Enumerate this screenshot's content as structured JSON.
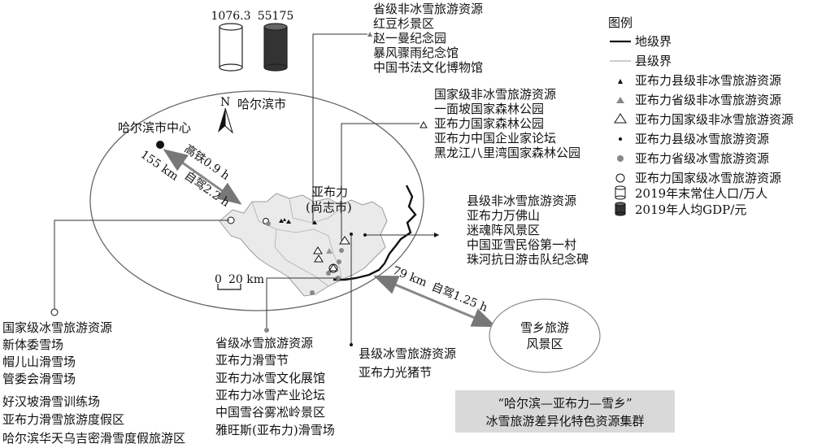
{
  "stats": {
    "population_value": "1076.3",
    "gdp_value": "55175"
  },
  "cities": {
    "harbin_city": "哈尔滨市",
    "harbin_center": "哈尔滨市中心",
    "yabuli_line1": "亚布力",
    "yabuli_line2": "(尚志市)",
    "xuexiang_line1": "雪乡旅游",
    "xuexiang_line2": "风景区"
  },
  "north_arrow_label": "N",
  "routes": {
    "harbin_distance": "155 km",
    "harbin_rail": "高铁0.9 h",
    "harbin_drive": "自驾2.2 h",
    "xuexiang_distance": "79 km",
    "xuexiang_drive": "自驾1.25 h"
  },
  "scale_bar": {
    "zero": "0",
    "value": "20 km"
  },
  "legend": {
    "title": "图例",
    "items": [
      {
        "symbol": "prefecture-boundary-line",
        "label": "地级界"
      },
      {
        "symbol": "county-boundary-line",
        "label": "县级界"
      },
      {
        "symbol": "small-triangle-black",
        "label": "亚布力县级非冰雪旅游资源"
      },
      {
        "symbol": "triangle-gray",
        "label": "亚布力省级非冰雪旅游资源"
      },
      {
        "symbol": "triangle-hollow",
        "label": "亚布力国家级非冰雪旅游资源"
      },
      {
        "symbol": "small-dot-black",
        "label": "亚布力县级冰雪旅游资源"
      },
      {
        "symbol": "dot-gray",
        "label": "亚布力省级冰雪旅游资源"
      },
      {
        "symbol": "circle-hollow",
        "label": "亚布力国家级冰雪旅游资源"
      },
      {
        "symbol": "cylinder-white",
        "label": "2019年末常住人口/万人"
      },
      {
        "symbol": "cylinder-black",
        "label": "2019年人均GDP/元"
      }
    ]
  },
  "callouts": {
    "provincial_non_snow": [
      "省级非冰雪旅游资源",
      "红豆杉景区",
      "赵一曼纪念园",
      "暴风骤雨纪念馆",
      "中国书法文化博物馆"
    ],
    "national_non_snow": [
      "国家级非冰雪旅游资源",
      "一面坡国家森林公园",
      "亚布力国家森林公园",
      "亚布力中国企业家论坛",
      "黑龙江八里湾国家森林公园"
    ],
    "county_non_snow": [
      "县级非冰雪旅游资源",
      "亚布力万佛山",
      "迷魂阵风景区",
      "中国亚雪民俗第一村",
      "珠河抗日游击队纪念碑"
    ],
    "national_snow": [
      "国家级冰雪旅游资源",
      "新体委雪场",
      "帽儿山滑雪场",
      "管委会滑雪场",
      "好汉坡滑雪训练场",
      "亚布力滑雪旅游度假区",
      "哈尔滨华天乌吉密滑雪度假旅游区"
    ],
    "provincial_snow": [
      "省级冰雪旅游资源",
      "亚布力滑雪节",
      "亚布力冰雪文化展馆",
      "亚布力冰雪产业论坛",
      "中国雪谷雾凇岭景区",
      "雅旺斯(亚布力)滑雪场"
    ],
    "county_snow": [
      "县级冰雪旅游资源",
      "亚布力光猪节"
    ]
  },
  "cluster_title": {
    "line1": "“哈尔滨—亚布力—雪乡”",
    "line2": "冰雪旅游差异化特色资源集群"
  }
}
